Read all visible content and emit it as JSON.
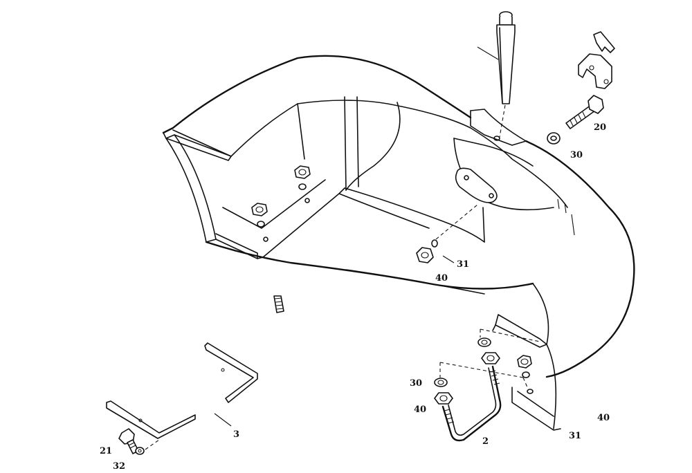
{
  "callouts": [
    {
      "id": "l20a",
      "text": "20"
    },
    {
      "id": "l30a",
      "text": "30"
    },
    {
      "id": "l31a",
      "text": "31"
    },
    {
      "id": "l40a",
      "text": "40"
    },
    {
      "id": "l30b",
      "text": "30"
    },
    {
      "id": "l40b",
      "text": "40"
    },
    {
      "id": "l2",
      "text": "2"
    },
    {
      "id": "l31b",
      "text": "31"
    },
    {
      "id": "l40c",
      "text": "40"
    },
    {
      "id": "l3",
      "text": "3"
    },
    {
      "id": "l21",
      "text": "21"
    },
    {
      "id": "l32",
      "text": "32"
    }
  ],
  "colors": {
    "ink": "#111111",
    "paper": "#ffffff"
  }
}
